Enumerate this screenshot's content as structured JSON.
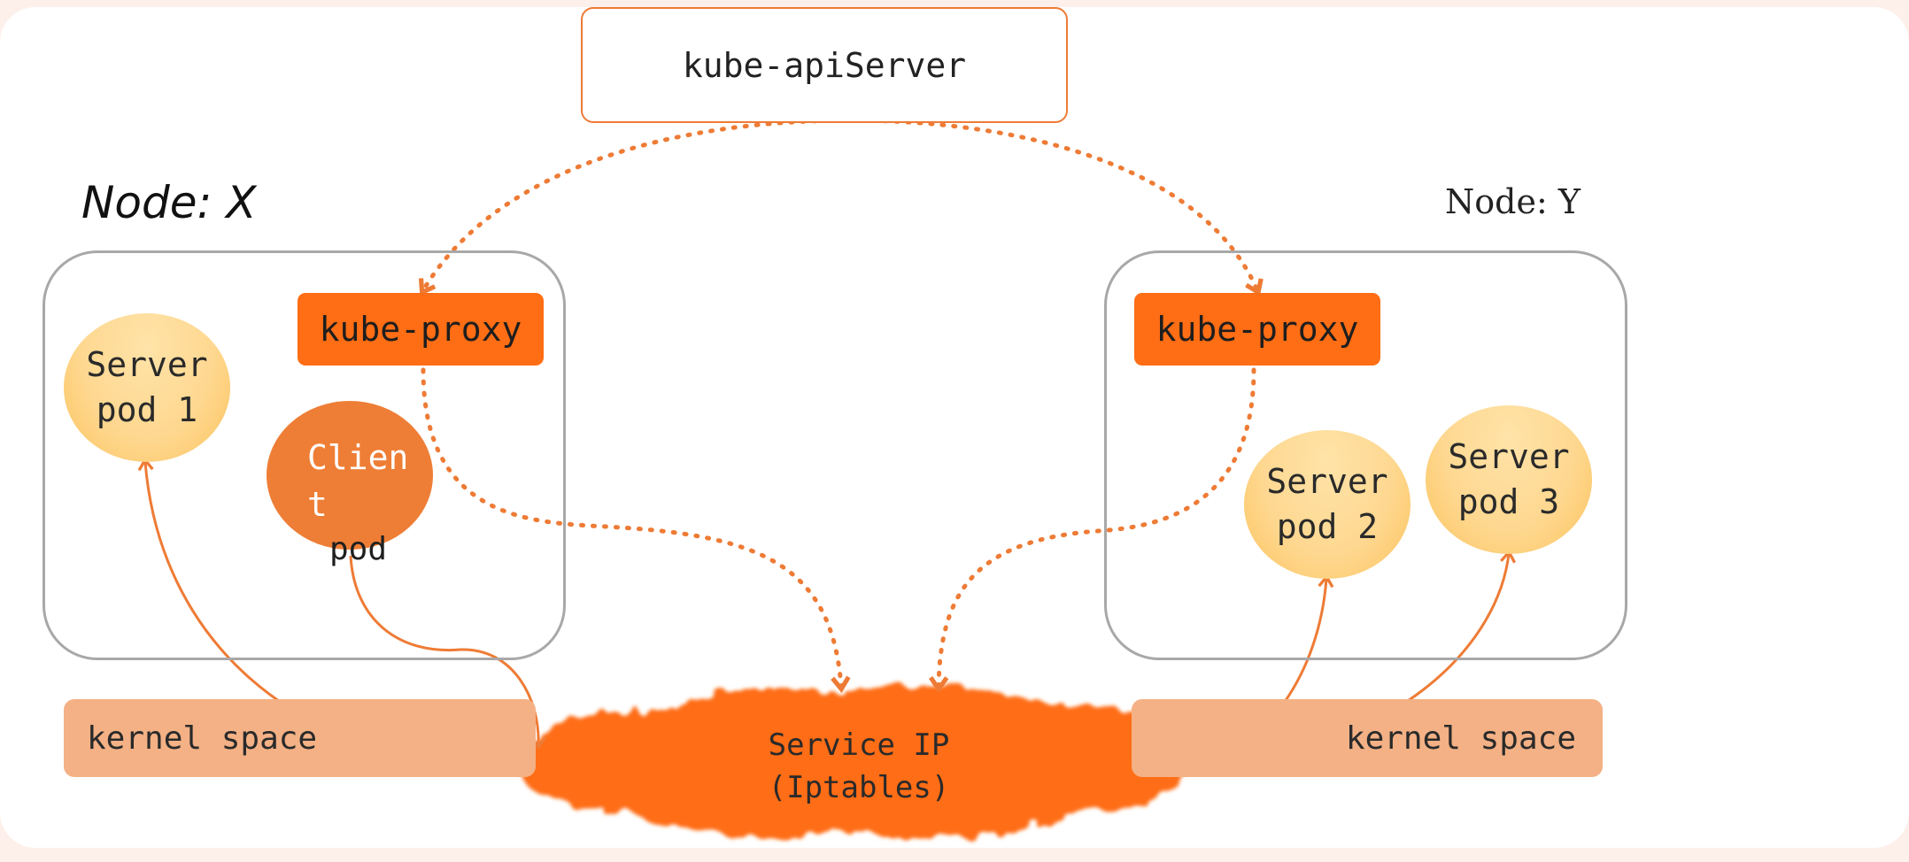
{
  "api_server": {
    "label": "kube-apiServer"
  },
  "node_x": {
    "title": "Node: X",
    "kube_proxy": "kube-proxy",
    "server_pod": "Server\npod 1",
    "client_pod_head": "Clien\nt",
    "client_pod_tail": "pod",
    "kernel": "kernel space"
  },
  "node_y": {
    "title": "Node: Y",
    "kube_proxy": "kube-proxy",
    "server_pod_2": "Server\npod 2",
    "server_pod_3": "Server\npod 3",
    "kernel": "kernel space"
  },
  "service": {
    "label": "Service IP\n(Iptables)"
  },
  "colors": {
    "accent": "#ff6d14",
    "line": "#ee7b35",
    "pod": "#fed891",
    "client": "#ee7e36",
    "kernel": "#f3b185",
    "node_border": "#a8a8a8"
  }
}
